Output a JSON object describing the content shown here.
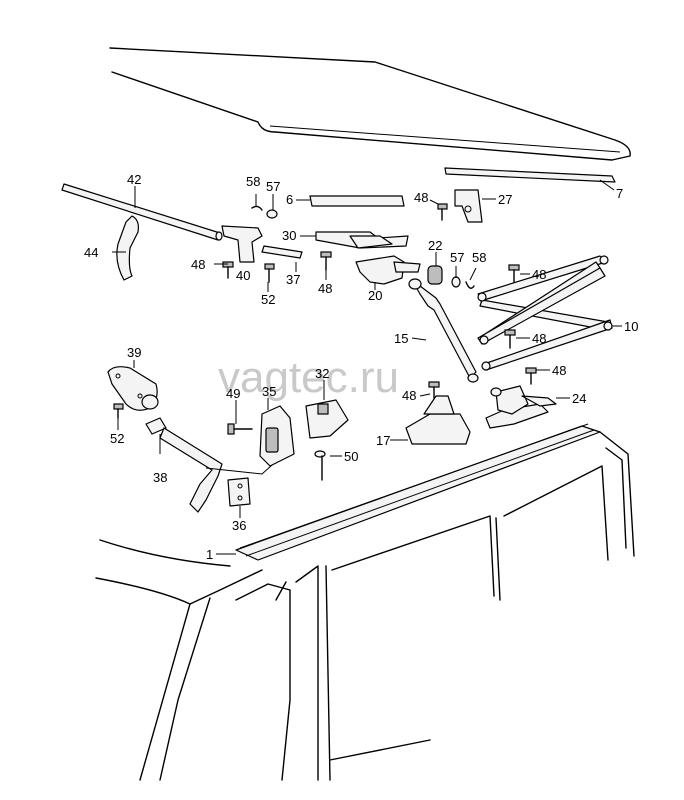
{
  "watermark": "vagtec.ru",
  "callouts": {
    "c1": "1",
    "c6": "6",
    "c7": "7",
    "c10": "10",
    "c15": "15",
    "c17": "17",
    "c20": "20",
    "c22": "22",
    "c24": "24",
    "c27": "27",
    "c30": "30",
    "c32": "32",
    "c35": "35",
    "c36": "36",
    "c37": "37",
    "c38": "38",
    "c39": "39",
    "c40": "40",
    "c42": "42",
    "c44": "44",
    "c48a": "48",
    "c48b": "48",
    "c48c": "48",
    "c48d": "48",
    "c48e": "48",
    "c48f": "48",
    "c48g": "48",
    "c49": "49",
    "c50": "50",
    "c52a": "52",
    "c52b": "52",
    "c57a": "57",
    "c57b": "57",
    "c58a": "58",
    "c58b": "58"
  }
}
